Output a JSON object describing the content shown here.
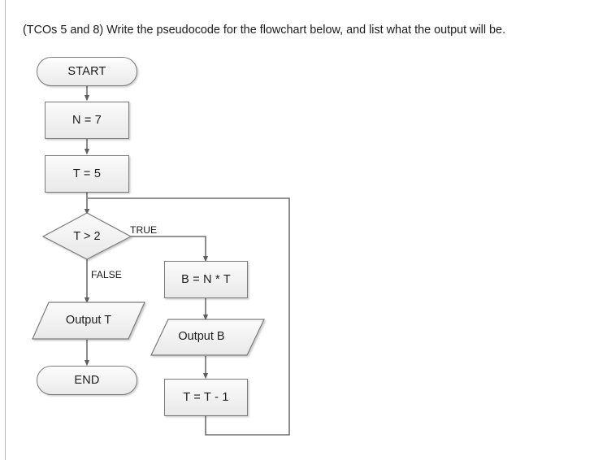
{
  "question": {
    "text": "(TCOs 5 and 8) Write the pseudocode for the flowchart below, and list what the output will be."
  },
  "flowchart": {
    "nodes": {
      "start": {
        "label": "START",
        "shape": "terminator"
      },
      "init_n": {
        "label": "N = 7",
        "shape": "process"
      },
      "init_t": {
        "label": "T = 5",
        "shape": "process"
      },
      "decision": {
        "label": "T > 2",
        "shape": "decision"
      },
      "compute_b": {
        "label": "B = N * T",
        "shape": "process"
      },
      "output_b": {
        "label": "Output B",
        "shape": "input-output"
      },
      "decrement_t": {
        "label": "T = T - 1",
        "shape": "process"
      },
      "output_t": {
        "label": "Output T",
        "shape": "input-output"
      },
      "end": {
        "label": "END",
        "shape": "terminator"
      }
    },
    "edge_labels": {
      "true_branch": "TRUE",
      "false_branch": "FALSE"
    },
    "colors": {
      "node_fill_top": "#fbfbfb",
      "node_fill_bottom": "#e9e9e9",
      "node_border": "#7b7b7b",
      "connector": "#6f6f6f",
      "text": "#1c1c1c",
      "page_background": "#ffffff",
      "left_rule": "#b9b9b9"
    }
  }
}
